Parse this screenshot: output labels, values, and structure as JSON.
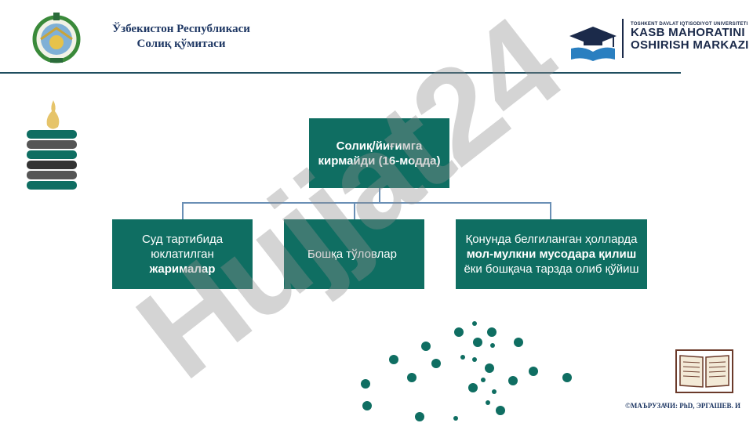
{
  "header": {
    "title_line1": "Ўзбекистон Республикаси",
    "title_line2": "Солиқ қўмитаси"
  },
  "logo": {
    "small_text": "TOSHKENT DAVLAT IQTISODIYOT UNIVERSITETI",
    "line1": "KASB MAHORATINI",
    "line2": "OSHIRISH MARKAZI"
  },
  "diagram": {
    "root": {
      "line1": "Солиқ/йиғимга",
      "line2": "кирмайди (16-модда)"
    },
    "children": [
      {
        "text_before": "Суд тартибида юклатилган",
        "bold": "жарималар",
        "text_after": ""
      },
      {
        "text_before": "Бошқа тўловлар",
        "bold": "",
        "text_after": ""
      },
      {
        "text_before": "Қонунда белгиланган ҳолларда",
        "bold": "мол-мулкни мусодара қилиш",
        "text_after": "ёки бошқача тарзда олиб қўйиш"
      }
    ]
  },
  "watermark": {
    "text": "Hujjat24"
  },
  "footer": {
    "credit": "©МАЪРУЗАЧИ: PhD, ЭРГАШЕВ. И"
  },
  "colors": {
    "box": "#0f6e62",
    "connector": "#6a8fb5",
    "watermark": "#8f8f8f",
    "watermark_accent": "#7b5cd6",
    "dots": "#0f6e62"
  }
}
